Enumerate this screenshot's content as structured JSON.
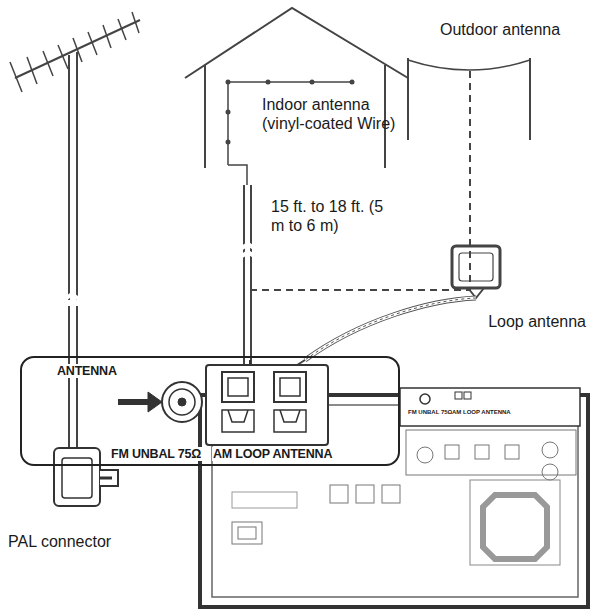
{
  "diagram": {
    "nodes": [
      {
        "text": [
          "ANTENNA",
          "FM UNBAL 75Ω",
          "AM LOOP ANTENNA"
        ]
      }
    ],
    "labels": [
      "Outdoor antenna",
      "Indoor antenna (vinyl-coated Wire)",
      "15 ft. to 18 ft. (5 m to 6 m)",
      "Loop antenna",
      "PAL connector",
      "FM UNBAL 75Ω",
      "AM LOOP ANTENNA"
    ]
  }
}
